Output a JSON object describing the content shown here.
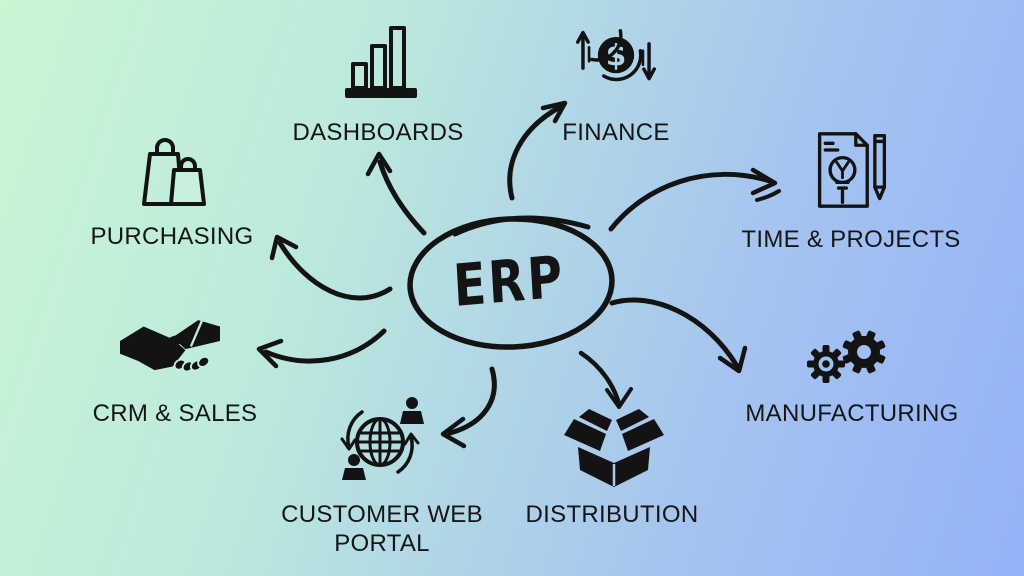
{
  "title": "ERP modules diagram",
  "background": {
    "gradient_start": "#c9f6d3",
    "gradient_end": "#94b2f8"
  },
  "ink_color": "#141414",
  "center": {
    "label": "ERP"
  },
  "nodes": [
    {
      "label": "PURCHASING",
      "icon": "shopping-bags-icon"
    },
    {
      "label": "DASHBOARDS",
      "icon": "bar-chart-icon"
    },
    {
      "label": "FINANCE",
      "icon": "dollar-cycle-icon"
    },
    {
      "label": "TIME & PROJECTS",
      "icon": "document-pen-icon"
    },
    {
      "label": "MANUFACTURING",
      "icon": "gears-icon"
    },
    {
      "label": "DISTRIBUTION",
      "icon": "open-box-icon"
    },
    {
      "label": "CUSTOMER WEB PORTAL",
      "icon": "globe-users-icon"
    },
    {
      "label": "CRM & SALES",
      "icon": "handshake-icon"
    }
  ]
}
